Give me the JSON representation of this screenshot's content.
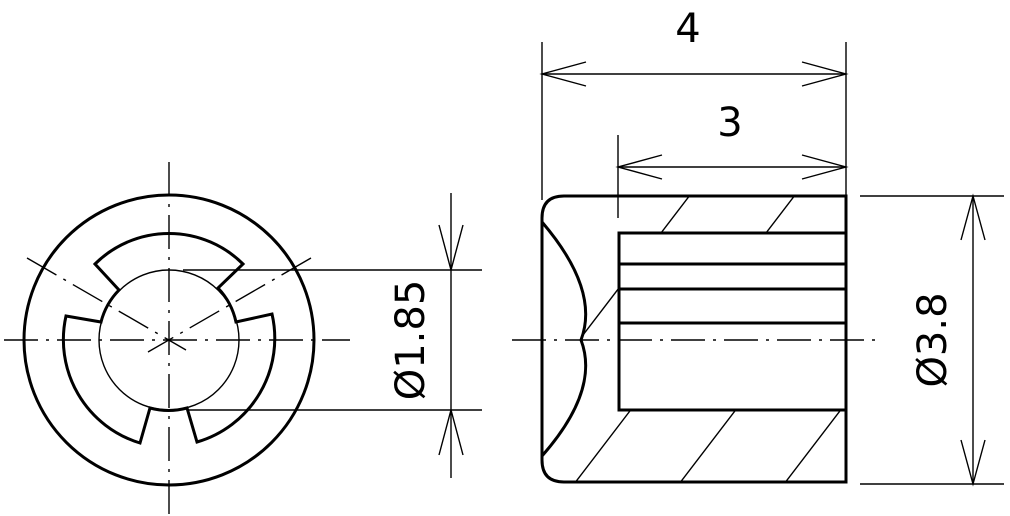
{
  "drawing": {
    "type": "technical drawing",
    "views": [
      "end-view",
      "side-section-view"
    ],
    "line_color": "#000000",
    "background": "#ffffff"
  },
  "dimensions": {
    "overall_length": {
      "label": "4",
      "value": 4
    },
    "bore_depth": {
      "label": "3",
      "value": 3
    },
    "bore_diameter": {
      "label": "Ø1.85",
      "value": 1.85
    },
    "outer_diameter": {
      "label": "Ø3.8",
      "value": 3.8
    }
  }
}
